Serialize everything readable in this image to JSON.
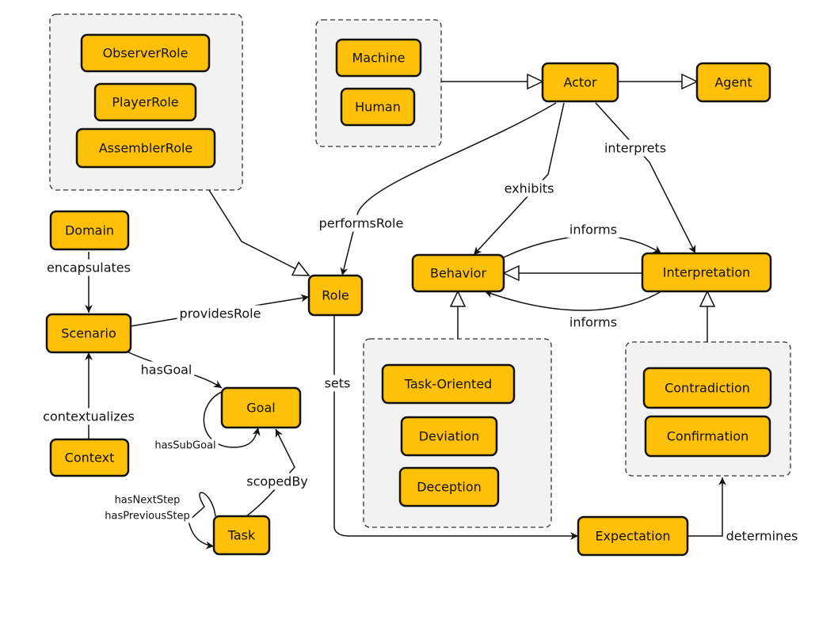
{
  "colors": {
    "node_fill": "#ffc107",
    "group_fill": "#f2f2f2",
    "stroke": "#111111"
  },
  "nodes": {
    "observer_role": "ObserverRole",
    "player_role": "PlayerRole",
    "assembler_role": "AssemblerRole",
    "machine": "Machine",
    "human": "Human",
    "actor": "Actor",
    "agent": "Agent",
    "domain": "Domain",
    "scenario": "Scenario",
    "context": "Context",
    "role": "Role",
    "goal": "Goal",
    "task": "Task",
    "behavior": "Behavior",
    "interpretation": "Interpretation",
    "task_oriented": "Task-Oriented",
    "deviation": "Deviation",
    "deception": "Deception",
    "contradiction": "Contradiction",
    "confirmation": "Confirmation",
    "expectation": "Expectation"
  },
  "edges": {
    "performs_role": "performsRole",
    "exhibits": "exhibits",
    "interprets": "interprets",
    "informs_top": "informs",
    "informs_bottom": "informs",
    "encapsulates": "encapsulates",
    "provides_role": "providesRole",
    "has_goal": "hasGoal",
    "has_sub_goal": "hasSubGoal",
    "contextualizes": "contextualizes",
    "scoped_by": "scopedBy",
    "has_next_step": "hasNextStep",
    "has_previous_step": "hasPreviousStep",
    "sets": "sets",
    "determines": "determines"
  }
}
